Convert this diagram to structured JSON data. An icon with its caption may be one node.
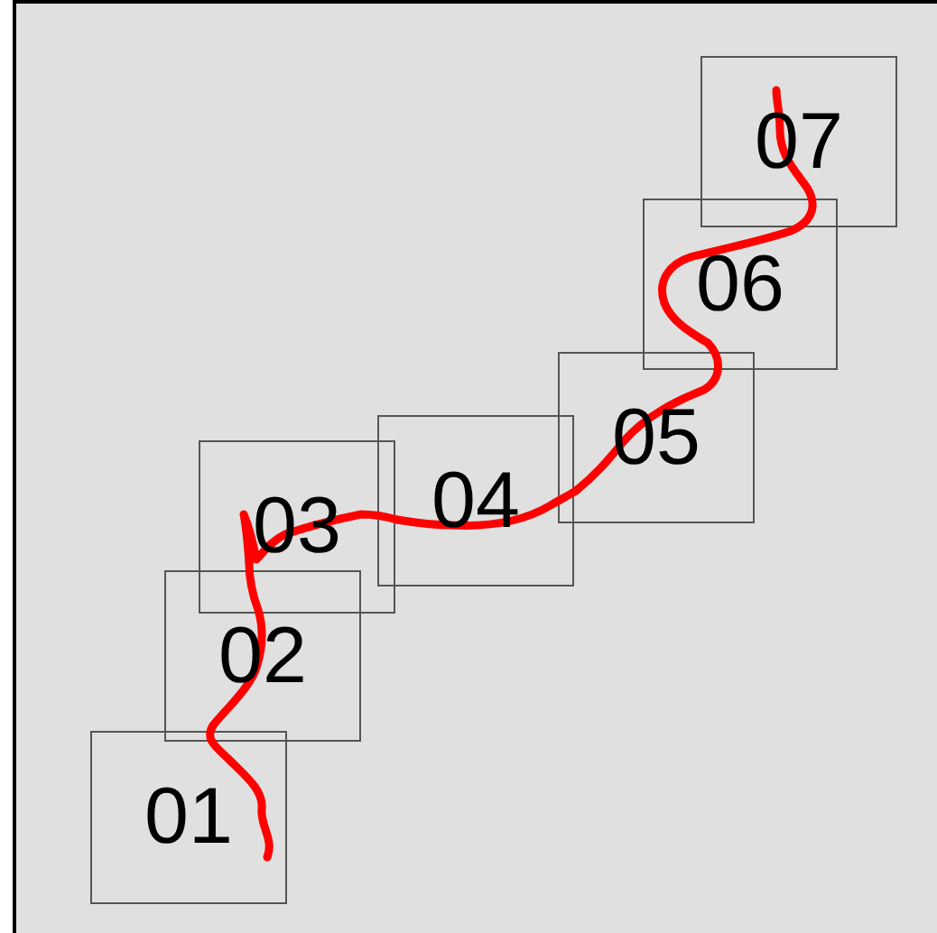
{
  "diagram": {
    "nodes": [
      {
        "text": [
          "01"
        ]
      },
      {
        "text": [
          "02"
        ]
      },
      {
        "text": [
          "03"
        ]
      },
      {
        "text": [
          "04"
        ]
      },
      {
        "text": [
          "05"
        ]
      },
      {
        "text": [
          "06"
        ]
      },
      {
        "text": [
          "07"
        ]
      }
    ],
    "edges": [
      {
        "from": 0,
        "to": 1,
        "arrow": "none",
        "color": "#ff0000"
      },
      {
        "from": 1,
        "to": 2,
        "arrow": "none",
        "color": "#ff0000"
      },
      {
        "from": 2,
        "to": 3,
        "arrow": "none",
        "color": "#ff0000"
      },
      {
        "from": 3,
        "to": 4,
        "arrow": "none",
        "color": "#ff0000"
      },
      {
        "from": 4,
        "to": 5,
        "arrow": "none",
        "color": "#ff0000"
      },
      {
        "from": 5,
        "to": 6,
        "arrow": "none",
        "color": "#ff0000"
      }
    ]
  }
}
